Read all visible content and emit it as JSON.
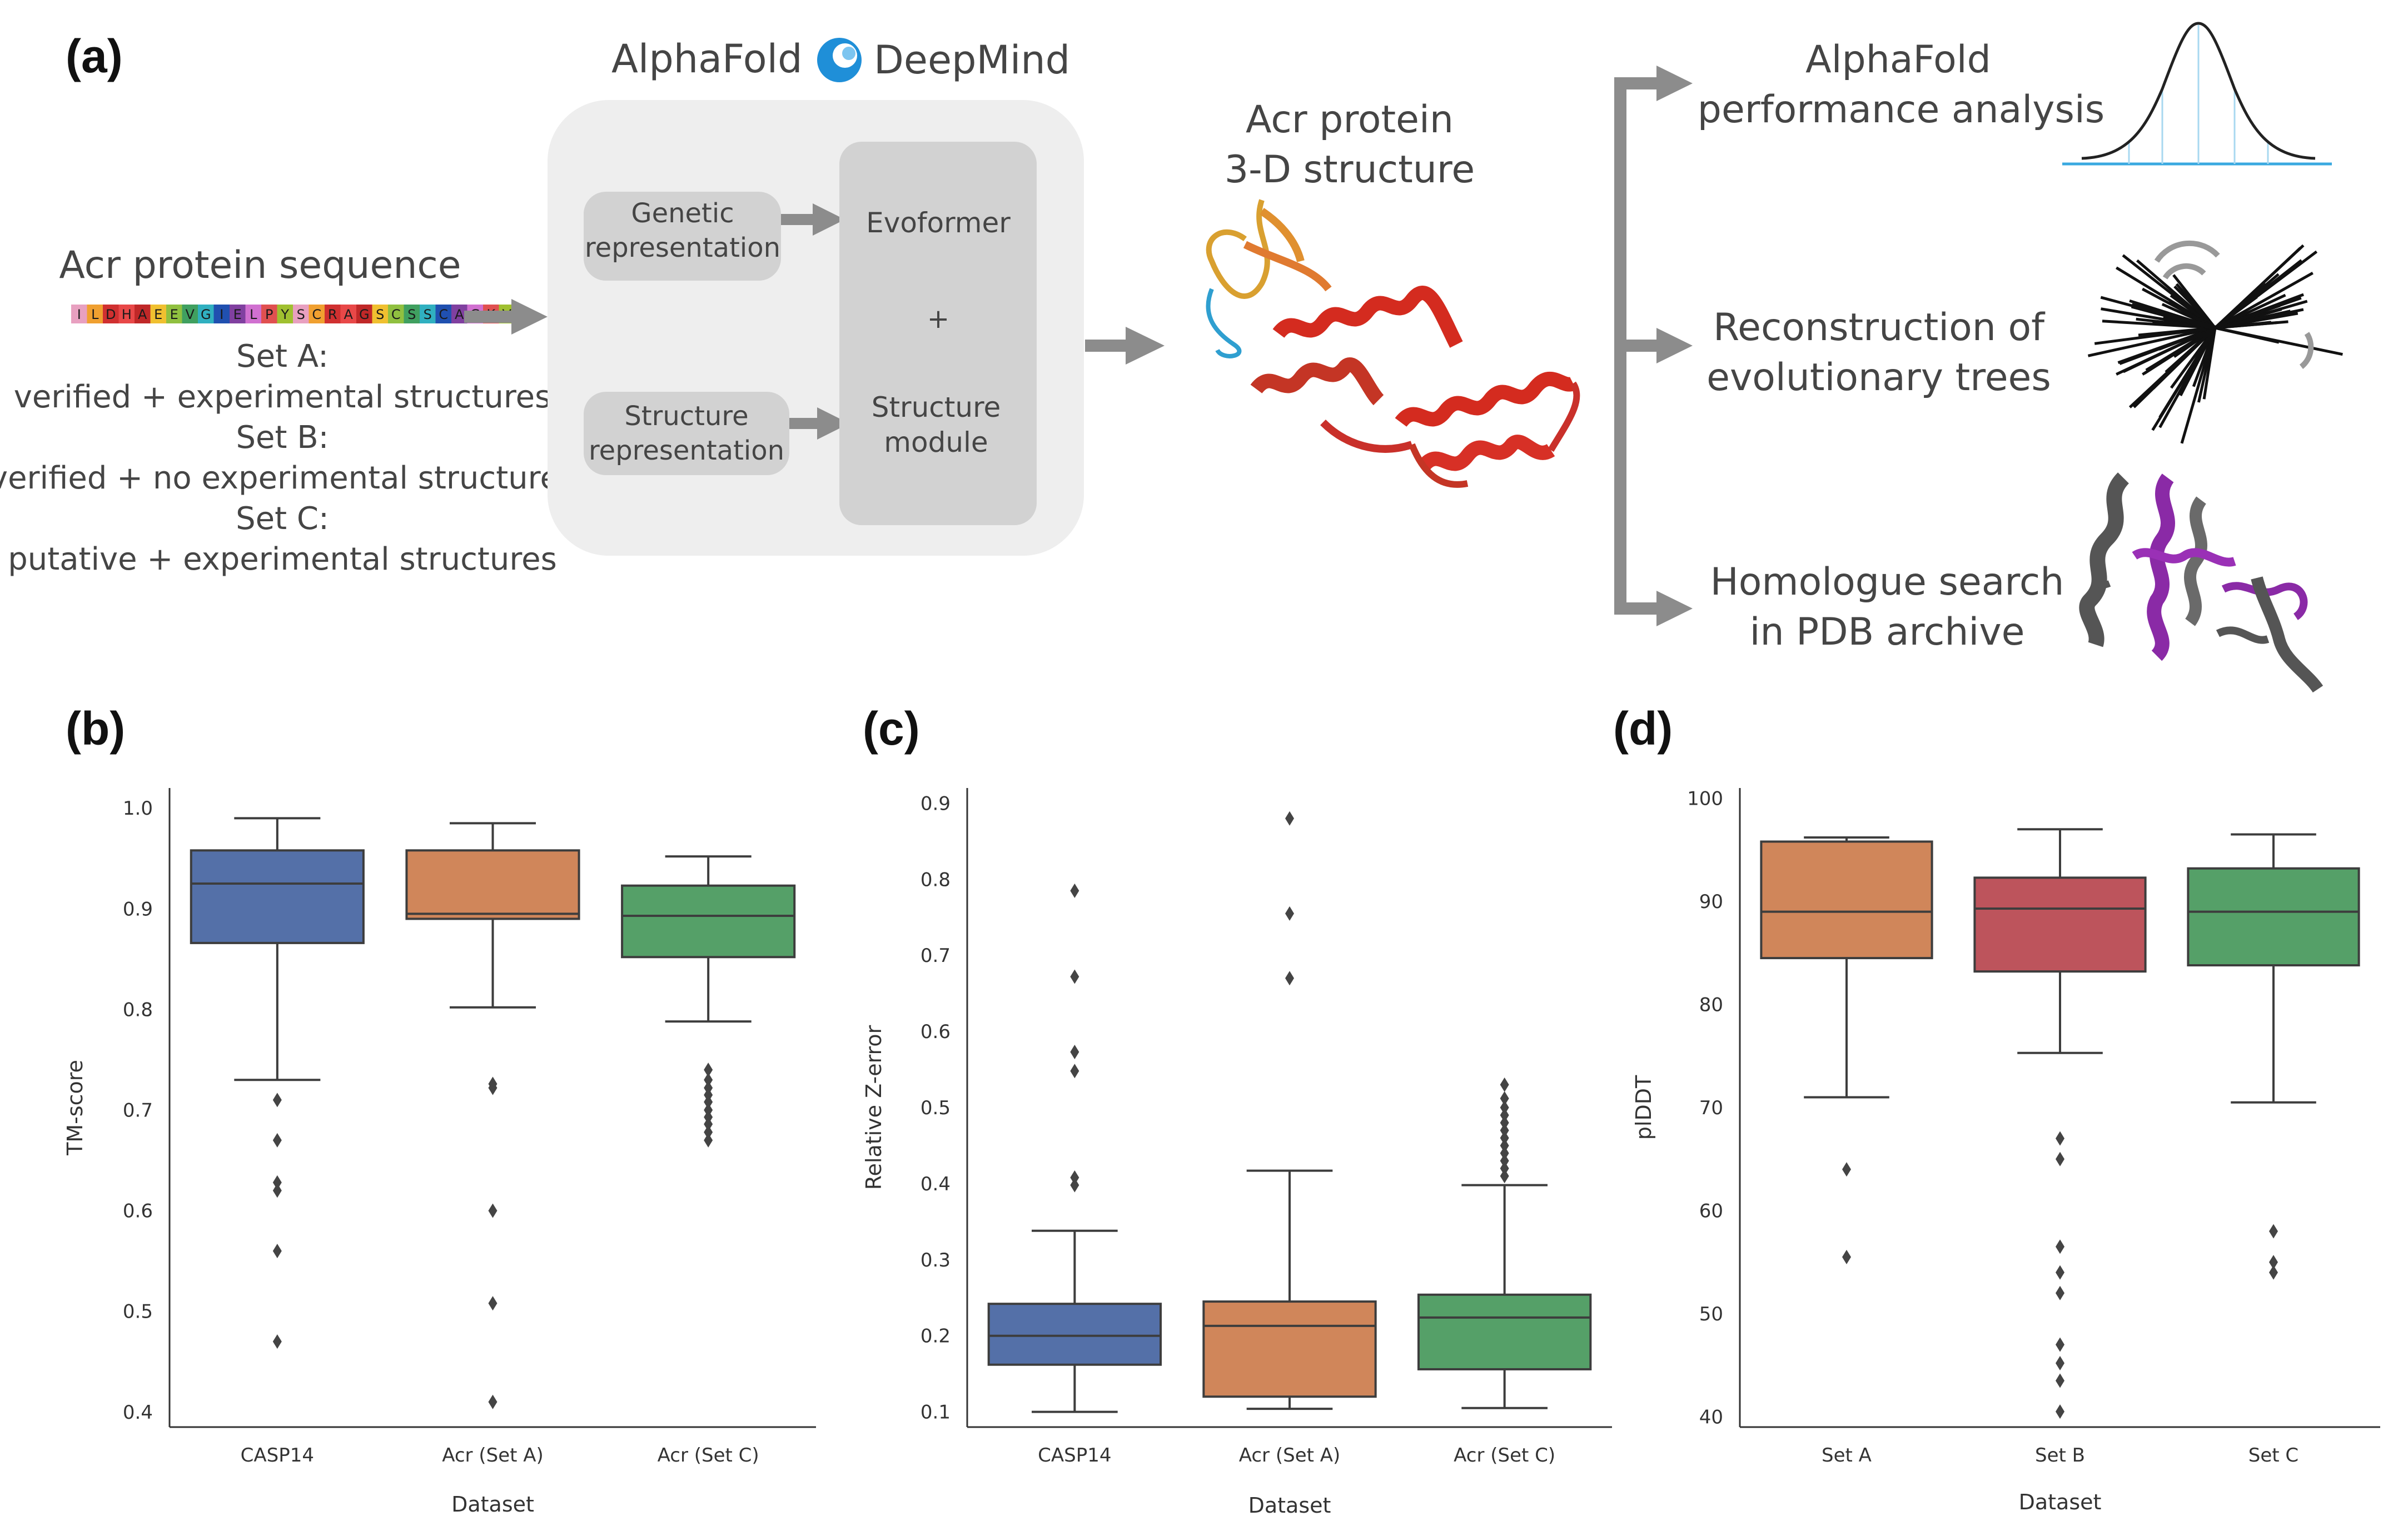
{
  "figure": {
    "panel_a": "(a)",
    "panel_b": "(b)",
    "panel_c": "(c)",
    "panel_d": "(d)"
  },
  "schematic": {
    "header_alphafold": "AlphaFold",
    "header_deepmind": "DeepMind",
    "sequence_title": "Acr protein sequence",
    "sequence": "ILDHAEEVGIELPYSCRAGSCSSCAGKV",
    "sets": [
      "Set A:",
      "verified + experimental structures",
      "Set B:",
      "verified + no experimental structures",
      "Set C:",
      "putative + experimental structures"
    ],
    "box_genetic": [
      "Genetic",
      "representation"
    ],
    "box_structure_rep": [
      "Structure",
      "representation"
    ],
    "box_evoformer": "Evoformer",
    "box_plus": "+",
    "box_structure_module": [
      "Structure",
      "module"
    ],
    "structure_title": [
      "Acr protein",
      "3-D structure"
    ],
    "outputs": [
      [
        "AlphaFold",
        "performance analysis"
      ],
      [
        "Reconstruction of",
        "evolutionary trees"
      ],
      [
        "Homologue search",
        "in PDB archive"
      ]
    ],
    "colors": {
      "gray_box": "#eeeeee",
      "gray_inner": "#d2d2d2",
      "arrow": "#8c8c8c",
      "deepmind_blue": "#1f8fd8",
      "helix_red": "#d42b1f",
      "homolog_purple": "#8a2aa6",
      "homolog_gray": "#555555"
    }
  },
  "chart_data": [
    {
      "panel": "(b)",
      "type": "box",
      "xlabel": "Dataset",
      "ylabel": "TM-score",
      "ylim": [
        0.385,
        1.02
      ],
      "yticks": [
        0.4,
        0.5,
        0.6,
        0.7,
        0.8,
        0.9,
        1.0
      ],
      "ytick_labels": [
        "0.4",
        "0.5",
        "0.6",
        "0.7",
        "0.8",
        "0.9",
        "1.0"
      ],
      "categories": [
        "CASP14",
        "Acr (Set A)",
        "Acr (Set C)"
      ],
      "colors": [
        "#5470a8",
        "#d0865a",
        "#55a068"
      ],
      "boxes": [
        {
          "whislo": 0.73,
          "q1": 0.866,
          "med": 0.925,
          "q3": 0.958,
          "whishi": 0.99,
          "fliers": [
            0.71,
            0.67,
            0.628,
            0.62,
            0.56,
            0.47
          ]
        },
        {
          "whislo": 0.802,
          "q1": 0.89,
          "med": 0.895,
          "q3": 0.958,
          "whishi": 0.985,
          "fliers": [
            0.726,
            0.722,
            0.6,
            0.508,
            0.41
          ]
        },
        {
          "whislo": 0.788,
          "q1": 0.852,
          "med": 0.893,
          "q3": 0.923,
          "whishi": 0.952,
          "fliers": [
            0.74,
            0.73,
            0.722,
            0.715,
            0.708,
            0.7,
            0.693,
            0.686,
            0.678,
            0.67
          ]
        }
      ]
    },
    {
      "panel": "(c)",
      "type": "box",
      "xlabel": "Dataset",
      "ylabel": "Relative Z-error",
      "ylim": [
        0.08,
        0.92
      ],
      "yticks": [
        0.1,
        0.2,
        0.3,
        0.4,
        0.5,
        0.6,
        0.7,
        0.8,
        0.9
      ],
      "ytick_labels": [
        "0.1",
        "0.2",
        "0.3",
        "0.4",
        "0.5",
        "0.6",
        "0.7",
        "0.8",
        "0.9"
      ],
      "categories": [
        "CASP14",
        "Acr (Set A)",
        "Acr (Set C)"
      ],
      "colors": [
        "#5470a8",
        "#d0865a",
        "#55a068"
      ],
      "boxes": [
        {
          "whislo": 0.1,
          "q1": 0.162,
          "med": 0.2,
          "q3": 0.242,
          "whishi": 0.338,
          "fliers": [
            0.785,
            0.672,
            0.573,
            0.548,
            0.408,
            0.398
          ]
        },
        {
          "whislo": 0.104,
          "q1": 0.12,
          "med": 0.213,
          "q3": 0.245,
          "whishi": 0.417,
          "fliers": [
            0.88,
            0.755,
            0.67
          ]
        },
        {
          "whislo": 0.105,
          "q1": 0.156,
          "med": 0.224,
          "q3": 0.254,
          "whishi": 0.398,
          "fliers": [
            0.53,
            0.512,
            0.5,
            0.49,
            0.48,
            0.47,
            0.46,
            0.45,
            0.44,
            0.43,
            0.42,
            0.41
          ]
        }
      ]
    },
    {
      "panel": "(d)",
      "type": "box",
      "xlabel": "Dataset",
      "ylabel": "plDDT",
      "ylim": [
        39,
        101
      ],
      "yticks": [
        40,
        50,
        60,
        70,
        80,
        90,
        100
      ],
      "ytick_labels": [
        "40",
        "50",
        "60",
        "70",
        "80",
        "90",
        "100"
      ],
      "categories": [
        "Set A",
        "Set B",
        "Set C"
      ],
      "colors": [
        "#d0865a",
        "#bd545c",
        "#55a068"
      ],
      "boxes": [
        {
          "whislo": 71,
          "q1": 84.5,
          "med": 89,
          "q3": 95.8,
          "whishi": 96.2,
          "fliers": [
            64,
            55.5
          ]
        },
        {
          "whislo": 75.3,
          "q1": 83.2,
          "med": 89.3,
          "q3": 92.3,
          "whishi": 97,
          "fliers": [
            67,
            65,
            56.5,
            54,
            52,
            47,
            45.2,
            43.5,
            40.5
          ]
        },
        {
          "whislo": 70.5,
          "q1": 83.8,
          "med": 89,
          "q3": 93.2,
          "whishi": 96.5,
          "fliers": [
            58,
            55,
            54
          ]
        }
      ]
    }
  ]
}
